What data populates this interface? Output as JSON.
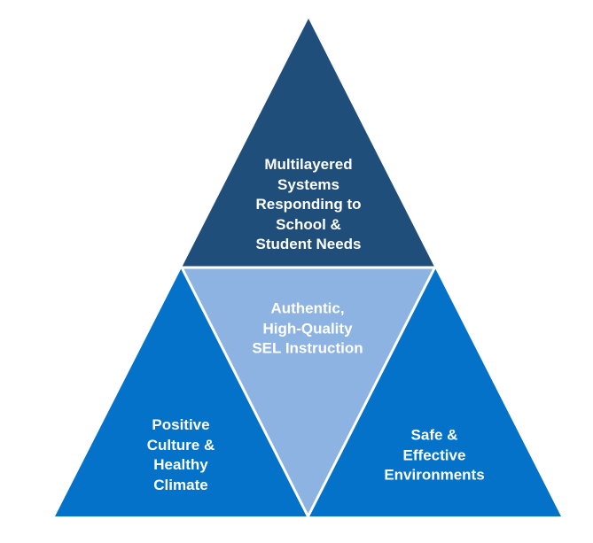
{
  "diagram": {
    "background_color": "#ffffff",
    "divider_color": "#ffffff",
    "text_color": "#ffffff",
    "sections": {
      "top": {
        "label": "Multilayered\nSystems\nResponding to\nSchool &\nStudent Needs",
        "fill": "#1F4E7B"
      },
      "middle": {
        "label": "Authentic,\nHigh-Quality\nSEL Instruction",
        "fill": "#8DB3E2"
      },
      "bottom_left": {
        "label": "Positive\nCulture &\nHealthy\nClimate",
        "fill": "#0372C8"
      },
      "bottom_right": {
        "label": "Safe &\nEffective\nEnvironments",
        "fill": "#0372C8"
      }
    }
  }
}
